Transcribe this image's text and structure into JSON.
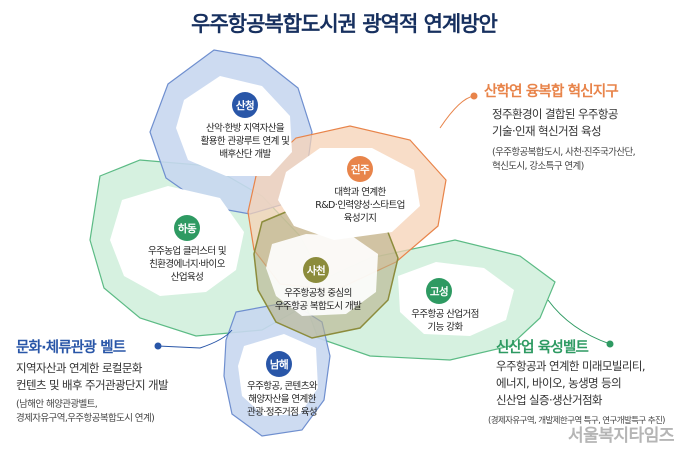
{
  "title": "우주항공복합도시권 광역적 연계방안",
  "regions": {
    "sancheong": {
      "name": "산청",
      "desc": "산악·한방 지역자산을\n활용한 관광루트 연계 및\n배후산단 개발"
    },
    "jinju": {
      "name": "진주",
      "desc": "대학과 연계한\nR&D·인력양성·스타트업\n육성기지"
    },
    "hadong": {
      "name": "하동",
      "desc": "우주농업 클러스터 및\n친환경에너지·바이오\n산업육성"
    },
    "sacheon": {
      "name": "사천",
      "desc": "우주항공청 중심의\n우주항공 복합도시 개발"
    },
    "goseong": {
      "name": "고성",
      "desc": "우주항공 산업거점\n기능 강화"
    },
    "namhae": {
      "name": "남해",
      "desc": "우주항공, 콘텐츠와\n해양자산을 연계한\n관광·정주거점 육성"
    }
  },
  "zones": {
    "innovation": {
      "title": "산학연 융복합 혁신지구",
      "desc": "정주환경이 결합된 우주항공\n기술·인재 혁신거점 육성",
      "note": "(우주항공복합도시, 사천·진주국가산단,\n혁신도시, 강소특구 연계)"
    },
    "culture": {
      "title": "문화·체류관광 벨트",
      "desc": "지역자산과 연계한 로컬문화\n컨텐츠 및 배후 주거관광단지 개발",
      "note": "(남해안 해양관광벨트,\n경제자유구역,우주항공복합도시 연계)"
    },
    "industry": {
      "title": "신산업 육성벨트",
      "desc": "우주항공과 연계한 미래모빌리티,\n에너지, 바이오, 농생명 등의\n신산업 실증·생산거점화",
      "note": "(경제자유구역, 개발제한구역 특구, 연구개발특구 추진)"
    }
  },
  "watermark": "서울복지타임즈",
  "colors": {
    "navy": "#17305f",
    "orange": "#e8844a",
    "green": "#2e9a62",
    "blue": "#2956a8",
    "greenFill": "#c9ead5",
    "blueFill": "#c3d3ee",
    "orangeFill": "#f4c9aa",
    "olive": "#8c8c3c"
  }
}
